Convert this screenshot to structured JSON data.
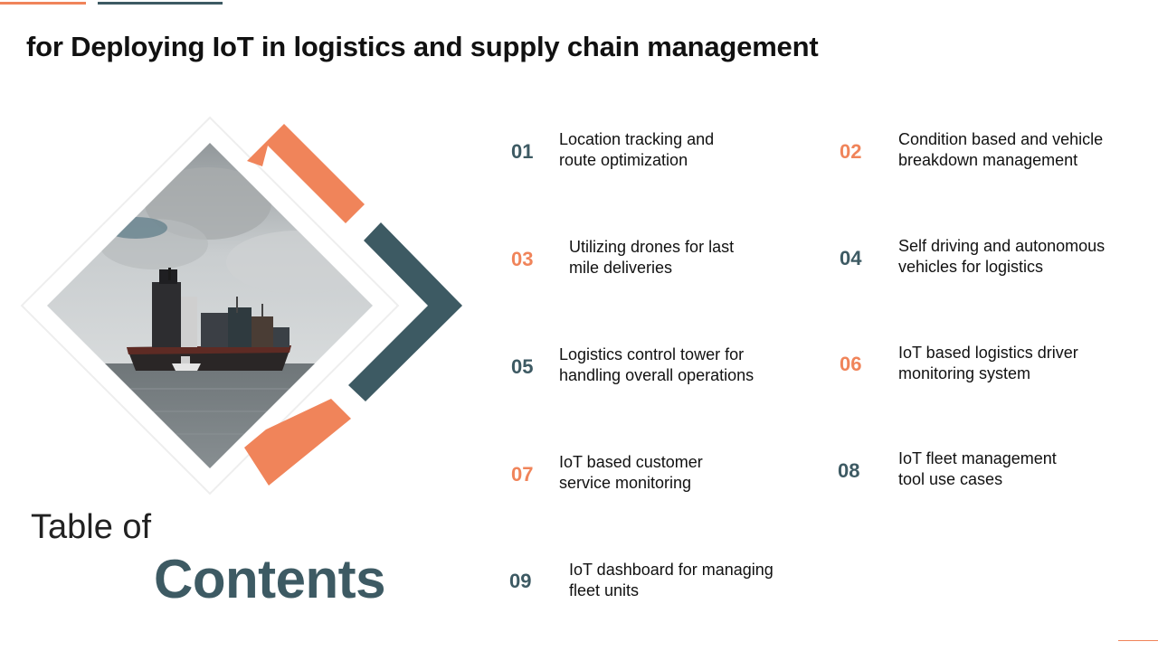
{
  "page": {
    "title": "for Deploying IoT in logistics and supply chain management",
    "heading_small": "Table of",
    "heading_big": "Contents"
  },
  "colors": {
    "accent_orange": "#f0845a",
    "accent_teal": "#3d5a63"
  },
  "image": {
    "subject": "cargo ship at sea",
    "icon": "cargo-ship-photo"
  },
  "items": [
    {
      "number": "01",
      "label": "Location tracking and\nroute optimization",
      "color": "teal"
    },
    {
      "number": "02",
      "label": "Condition based and vehicle\n breakdown management",
      "color": "orange"
    },
    {
      "number": "03",
      "label": "Utilizing drones for last\nmile deliveries",
      "color": "orange"
    },
    {
      "number": "04",
      "label": "Self driving and autonomous\nvehicles for logistics",
      "color": "teal"
    },
    {
      "number": "05",
      "label": "Logistics control tower for\nhandling overall operations",
      "color": "teal"
    },
    {
      "number": "06",
      "label": "IoT based logistics driver\nmonitoring system",
      "color": "orange"
    },
    {
      "number": "07",
      "label": "IoT based customer\nservice monitoring",
      "color": "orange"
    },
    {
      "number": "08",
      "label": "IoT fleet management\ntool use cases",
      "color": "teal"
    },
    {
      "number": "09",
      "label": "IoT dashboard for managing\nfleet units",
      "color": "teal"
    }
  ]
}
